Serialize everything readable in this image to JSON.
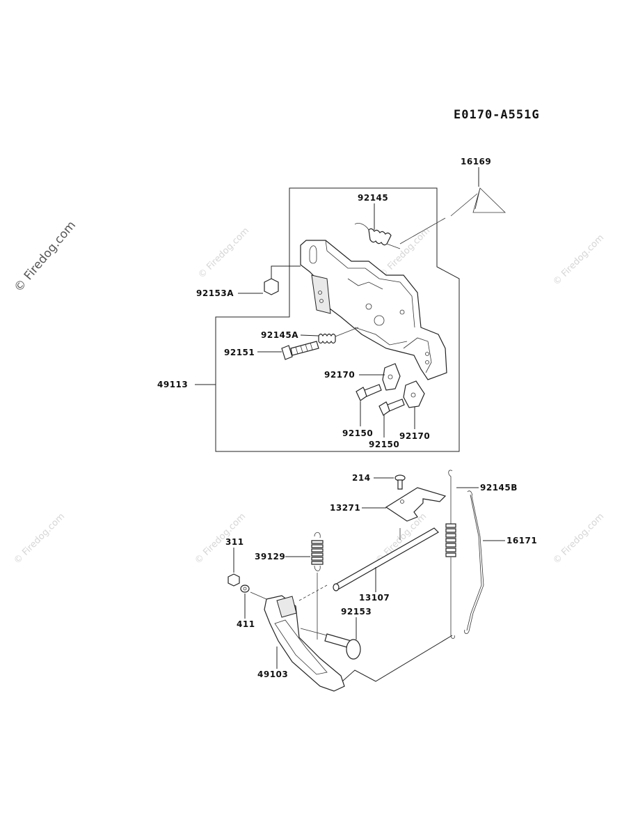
{
  "diagram": {
    "code": "E0170-A551G",
    "watermark": "© Firedog.com",
    "part_numbers": [
      "16169",
      "92145",
      "92153A",
      "92145A",
      "92151",
      "49113",
      "92170",
      "92150",
      "92150",
      "92170",
      "214",
      "92145B",
      "13271",
      "16171",
      "311",
      "39129",
      "13107",
      "92153",
      "411",
      "49103"
    ]
  }
}
